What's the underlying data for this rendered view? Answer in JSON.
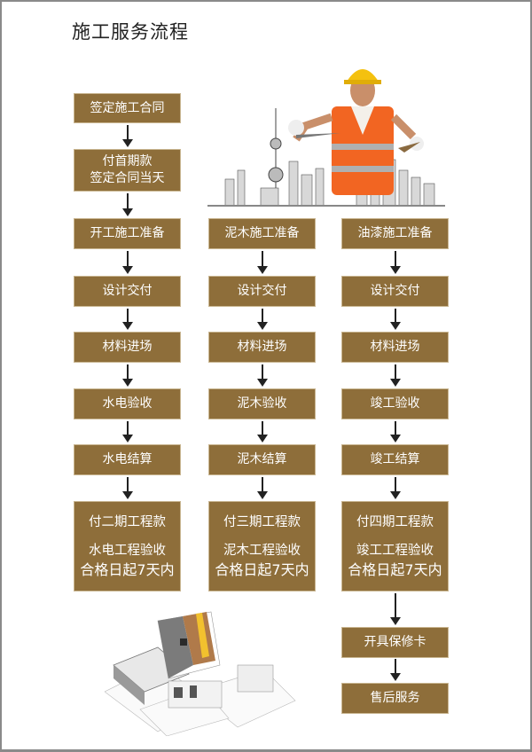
{
  "title": "施工服务流程",
  "colors": {
    "box_fill": "#8e6e3a",
    "box_text": "#ffffff",
    "arrow": "#222222",
    "frame_border": "#8a8a8a"
  },
  "illustrations": {
    "top_right": "worker-with-trowel-over-city-skyline",
    "bottom_left": "house-cutaway-on-blueprints"
  },
  "flow": {
    "intro": [
      {
        "lines": [
          "签定施工合同"
        ]
      },
      {
        "lines": [
          "付首期款",
          "签定合同当天"
        ]
      }
    ],
    "columns": [
      {
        "name": "水电",
        "steps": [
          {
            "lines": [
              "开工施工准备"
            ]
          },
          {
            "lines": [
              "设计交付"
            ]
          },
          {
            "lines": [
              "材料进场"
            ]
          },
          {
            "lines": [
              "水电验收"
            ]
          },
          {
            "lines": [
              "水电结算"
            ]
          },
          {
            "lines": [
              "付二期工程款",
              "",
              "水电工程验收",
              "合格日起7天内"
            ]
          }
        ]
      },
      {
        "name": "泥木",
        "steps": [
          {
            "lines": [
              "泥木施工准备"
            ]
          },
          {
            "lines": [
              "设计交付"
            ]
          },
          {
            "lines": [
              "材料进场"
            ]
          },
          {
            "lines": [
              "泥木验收"
            ]
          },
          {
            "lines": [
              "泥木结算"
            ]
          },
          {
            "lines": [
              "付三期工程款",
              "",
              "泥木工程验收",
              "合格日起7天内"
            ]
          }
        ]
      },
      {
        "name": "油漆",
        "steps": [
          {
            "lines": [
              "油漆施工准备"
            ]
          },
          {
            "lines": [
              "设计交付"
            ]
          },
          {
            "lines": [
              "材料进场"
            ]
          },
          {
            "lines": [
              "竣工验收"
            ]
          },
          {
            "lines": [
              "竣工结算"
            ]
          },
          {
            "lines": [
              "付四期工程款",
              "",
              "竣工工程验收",
              "合格日起7天内"
            ]
          },
          {
            "lines": [
              "开具保修卡"
            ]
          },
          {
            "lines": [
              "售后服务"
            ]
          }
        ]
      }
    ]
  }
}
